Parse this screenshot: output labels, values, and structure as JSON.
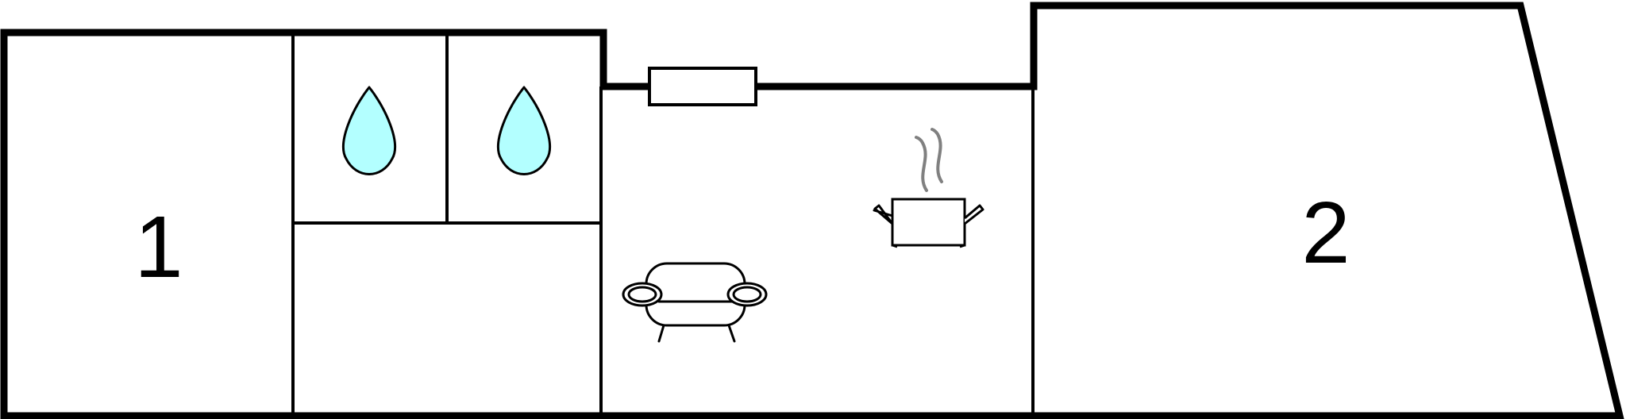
{
  "floorplan": {
    "rooms": [
      {
        "id": "room-1",
        "label": "1"
      },
      {
        "id": "room-2",
        "label": "2"
      }
    ],
    "icons": [
      {
        "name": "water-drop-icon",
        "room": "bathroom-1"
      },
      {
        "name": "water-drop-icon",
        "room": "bathroom-2"
      },
      {
        "name": "sofa-icon",
        "room": "living-room"
      },
      {
        "name": "cooking-pot-icon",
        "room": "kitchen"
      },
      {
        "name": "window-icon",
        "room": "living-room"
      }
    ],
    "colors": {
      "wall": "#000000",
      "water": "#b3ffff",
      "steam": "#808080",
      "background": "#ffffff"
    }
  }
}
